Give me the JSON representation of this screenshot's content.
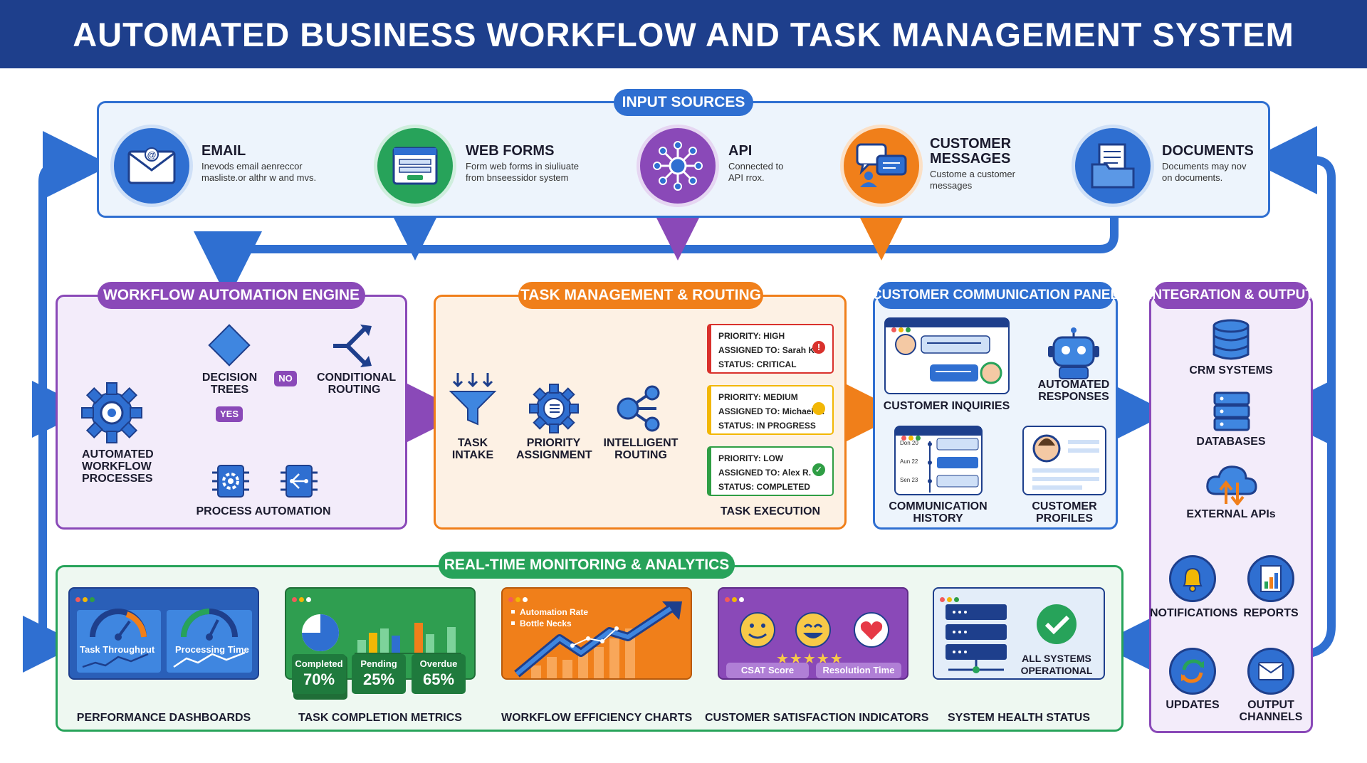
{
  "header": {
    "title": "AUTOMATED BUSINESS WORKFLOW AND TASK MANAGEMENT SYSTEM"
  },
  "input_sources": {
    "title": "INPUT SOURCES",
    "items": [
      {
        "title": "EMAIL",
        "desc1": "Inevods email aenreccor",
        "desc2": "masliste.or althr w and mvs.",
        "icon": "email-icon"
      },
      {
        "title": "WEB FORMS",
        "desc1": "Form web forms in siuliuate",
        "desc2": "from bnseessidor system",
        "icon": "web-form-icon"
      },
      {
        "title": "API",
        "desc1": "Connected to",
        "desc2": "API rrox.",
        "icon": "api-network-icon"
      },
      {
        "title1": "CUSTOMER",
        "title2": "MESSAGES",
        "desc1": "Custome a customer",
        "desc2": "messages",
        "icon": "chat-bubble-icon"
      },
      {
        "title": "DOCUMENTS",
        "desc1": "Documents may nov",
        "desc2": "on documents.",
        "icon": "document-folder-icon"
      }
    ]
  },
  "workflow_engine": {
    "title": "WORKFLOW AUTOMATION ENGINE",
    "automated_l1": "AUTOMATED",
    "automated_l2": "WORKFLOW",
    "automated_l3": "PROCESSES",
    "decision_l1": "DECISION",
    "decision_l2": "TREES",
    "routing_l1": "CONDITIONAL",
    "routing_l2": "ROUTING",
    "no_label": "NO",
    "yes_label": "YES",
    "process_automation": "PROCESS AUTOMATION"
  },
  "task_management": {
    "title": "TASK MANAGEMENT & ROUTING",
    "intake_l1": "TASK",
    "intake_l2": "INTAKE",
    "priority_l1": "PRIORITY",
    "priority_l2": "ASSIGNMENT",
    "routing_l1": "INTELLIGENT",
    "routing_l2": "ROUTING",
    "tasks": [
      {
        "priority": "PRIORITY: HIGH",
        "assigned": "ASSIGNED TO: Sarah K.",
        "status": "STATUS: CRITICAL",
        "badge": "!",
        "color": "#d9312c"
      },
      {
        "priority": "PRIORITY: MEDIUM",
        "assigned": "ASSIGNED TO: Michael B.",
        "status": "STATUS: IN PROGRESS",
        "badge": "",
        "color": "#f2b705"
      },
      {
        "priority": "PRIORITY: LOW",
        "assigned": "ASSIGNED TO: Alex R.",
        "status": "STATUS: COMPLETED",
        "badge": "✓",
        "color": "#2f9e44"
      }
    ],
    "execution": "TASK EXECUTION"
  },
  "communication": {
    "title": "CUSTOMER COMMUNICATION PANEL",
    "inquiries": "CUSTOMER INQUIRIES",
    "auto_l1": "AUTOMATED",
    "auto_l2": "RESPONSES",
    "history_l1": "COMMUNICATION",
    "history_l2": "HISTORY",
    "profiles_l1": "CUSTOMER",
    "profiles_l2": "PROFILES",
    "dates": [
      "Don 20",
      "Aun 22",
      "Sen 23"
    ]
  },
  "integration": {
    "title": "INTEGRATION & OUTPUT",
    "crm": "CRM SYSTEMS",
    "databases": "DATABASES",
    "apis": "EXTERNAL APIs",
    "notifications": "NOTIFICATIONS",
    "reports": "REPORTS",
    "updates": "UPDATES",
    "output_l1": "OUTPUT",
    "output_l2": "CHANNELS"
  },
  "monitoring": {
    "title": "REAL-TIME MONITORING & ANALYTICS",
    "perf": {
      "label": "PERFORMANCE DASHBOARDS",
      "gauge1": "Task Throughput",
      "gauge2": "Processing Time"
    },
    "task_metrics": {
      "label": "TASK COMPLETION METRICS",
      "completed_label": "Completed",
      "completed_value": "70%",
      "pending_label": "Pending",
      "pending_value": "25%",
      "overdue_label": "Overdue",
      "overdue_value": "65%"
    },
    "efficiency": {
      "label": "WORKFLOW EFFICIENCY CHARTS",
      "legend1": "Automation Rate",
      "legend2": "Bottle Necks"
    },
    "satisfaction": {
      "label": "CUSTOMER SATISFACTION INDICATORS",
      "csat": "CSAT Score",
      "resolution": "Resolution Time",
      "stars": "★★★★★"
    },
    "health": {
      "label": "SYSTEM HEALTH STATUS",
      "status_l1": "ALL SYSTEMS",
      "status_l2": "OPERATIONAL"
    }
  },
  "colors": {
    "blue": "#2f6fd1",
    "green": "#27a35a",
    "purple": "#8a49b8",
    "orange": "#f07f1a",
    "navy": "#1e3f8c"
  }
}
